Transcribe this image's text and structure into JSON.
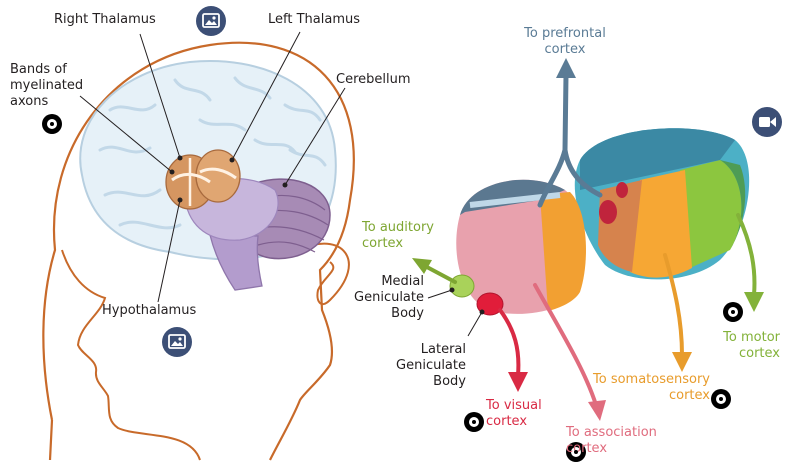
{
  "labels": {
    "right_thalamus": "Right Thalamus",
    "left_thalamus": "Left Thalamus",
    "bands": "Bands of\nmyelinated\naxons",
    "cerebellum": "Cerebellum",
    "hypothalamus": "Hypothalamus",
    "to_prefrontal": "To prefrontal\ncortex",
    "to_auditory": "To auditory\ncortex",
    "medial_geniculate": "Medial\nGeniculate\nBody",
    "lateral_geniculate": "Lateral\nGeniculate\nBody",
    "to_visual": "To visual\ncortex",
    "to_association": "To association\ncortex",
    "to_somatosensory": "To somatosensory\ncortex",
    "to_motor": "To motor\ncortex"
  },
  "icons": {
    "image_badge_top": "image-icon",
    "image_badge_bottom": "image-icon",
    "video_badge": "video-camera-icon",
    "hotspots": [
      "hotspot-icon"
    ]
  },
  "colors": {
    "prefrontal": "#5a7b95",
    "auditory": "#7ea632",
    "visual": "#d92a44",
    "association": "#e06c7e",
    "somatosensory": "#e89c2c",
    "motor": "#83b23a",
    "badge": "#3c4f76",
    "head_outline": "#c86a2a"
  }
}
